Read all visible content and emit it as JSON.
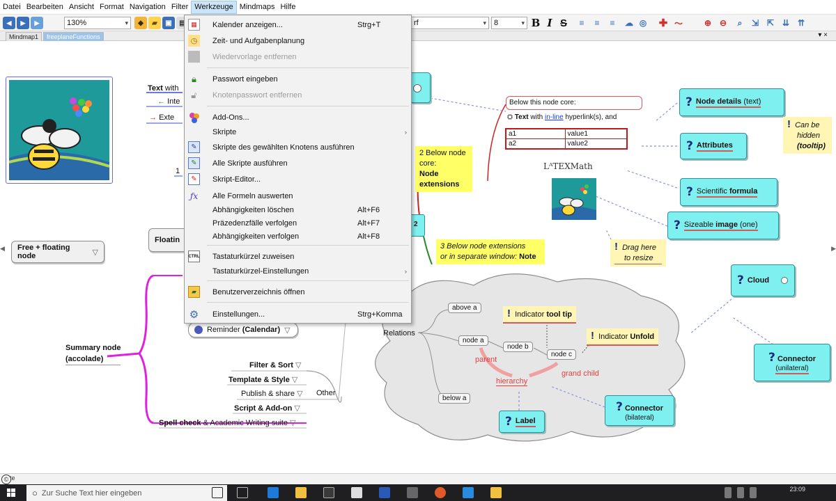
{
  "menubar": {
    "items": [
      "Datei",
      "Bearbeiten",
      "Ansicht",
      "Format",
      "Navigation",
      "Filter",
      "Werkzeuge",
      "Mindmaps",
      "Hilfe"
    ],
    "active": "Werkzeuge"
  },
  "toolbar": {
    "zoom": "130%",
    "font": "rf",
    "size": "8"
  },
  "tabs": [
    "Mindmap1",
    "freeplaneFunctions"
  ],
  "menu": {
    "items": [
      {
        "label": "Kalender anzeigen...",
        "shortcut": "Strg+T",
        "icon": "calendar-icon"
      },
      {
        "label": "Zeit- und Aufgabenplanung",
        "shortcut": "",
        "icon": "clock-icon"
      },
      {
        "label": "Wiedervorlage entfernen",
        "shortcut": "",
        "icon": "remove-reminder-icon",
        "disabled": true
      },
      {
        "label": "Passwort eingeben",
        "shortcut": "",
        "icon": "lock-icon"
      },
      {
        "label": "Knotenpasswort entfernen",
        "shortcut": "",
        "icon": "unlock-icon",
        "disabled": true
      },
      {
        "label": "Add-Ons...",
        "shortcut": "",
        "icon": "addons-icon"
      },
      {
        "label": "Skripte",
        "shortcut": "",
        "icon": "",
        "submenu": true
      },
      {
        "label": "Skripte des gewählten Knotens ausführen",
        "shortcut": "",
        "icon": "run-script-icon"
      },
      {
        "label": "Alle Skripte ausführen",
        "shortcut": "",
        "icon": "run-all-scripts-icon"
      },
      {
        "label": "Skript-Editor...",
        "shortcut": "",
        "icon": "script-editor-icon"
      },
      {
        "label": "Alle Formeln auswerten",
        "shortcut": "",
        "icon": "formula-icon"
      },
      {
        "label": "Abhängigkeiten löschen",
        "shortcut": "Alt+F6",
        "icon": ""
      },
      {
        "label": "Präzedenzfälle verfolgen",
        "shortcut": "Alt+F7",
        "icon": ""
      },
      {
        "label": "Abhängigkeiten verfolgen",
        "shortcut": "Alt+F8",
        "icon": ""
      },
      {
        "label": "Tastaturkürzel zuweisen",
        "shortcut": "",
        "icon": "keyboard-icon"
      },
      {
        "label": "Tastaturkürzel-Einstellungen",
        "shortcut": "",
        "icon": "",
        "submenu": true
      },
      {
        "label": "Benutzerverzeichnis öffnen",
        "shortcut": "",
        "icon": "folder-icon"
      },
      {
        "label": "Einstellungen...",
        "shortcut": "Strg+Komma",
        "icon": "gear-icon"
      }
    ]
  },
  "map": {
    "free_floating": "Free + floating node",
    "floating_partial": "Floatin",
    "summary_node": [
      "Summary node",
      "(accolade)"
    ],
    "text_with": "Text",
    "text_with_rest": "with",
    "link_inte": "Inte",
    "link_exte": "Exte",
    "reminder": "Reminder",
    "reminder_cal": "Calendar",
    "filter_sort": "Filter & Sort",
    "template_style": "Template & Style",
    "publish_share": "Publish & share",
    "other": "Other",
    "script_addon": "Script & Add-on",
    "spell_check_bold": "Spell check",
    "spell_check_rest": "& Academic Writing suite",
    "core_caption": "Below this node core:",
    "core_text_bold": "Text",
    "core_text_rest": "with",
    "core_link": "in-line",
    "core_text_tail": "hyperlink(s), and",
    "attributes_table": [
      [
        "a1",
        "value1"
      ],
      [
        "a2",
        "value2"
      ]
    ],
    "latex": "LᴬTEXMath",
    "ext_2": [
      "2 Below node",
      "core:",
      "Node extensions"
    ],
    "ext_3": [
      "3 Below node extensions",
      "or in separate window:",
      "Note"
    ],
    "node_details_bold": "Node details",
    "node_details_rest": "(text)",
    "attributes_label": "Attributes",
    "sci_rest": "Scientific",
    "sci_bold": "formula",
    "sizeable_rest": "Sizeable",
    "sizeable_bold": "image",
    "sizeable_tail": "(one)",
    "can_be_hidden": [
      "Can be",
      "hidden",
      "(tooltip)"
    ],
    "drag_here": [
      "Drag here",
      "to resize"
    ],
    "cloud_label": "Cloud",
    "connector_uni": [
      "Connector",
      "(unilateral)"
    ],
    "connector_bi": [
      "Connector",
      "(bilateral)"
    ],
    "label_node": "Label",
    "indicator_tooltip_rest": "Indicator",
    "indicator_tooltip_bold": "tool tip",
    "indicator_unfold_rest": "Indicator",
    "indicator_unfold_bold": "Unfold",
    "relations": "Relations",
    "above_a": "above a",
    "below_a": "below a",
    "node_a": "node a",
    "node_b": "node b",
    "node_c": "node c",
    "parent": "parent",
    "hierarchy": "hierarchy",
    "grand_child": "grand child",
    "two_badge": "2",
    "one_badge": "1"
  },
  "statusbar": {
    "text": "Alte"
  },
  "taskbar": {
    "search_placeholder": "Zur Suche Text hier eingeben",
    "time": "23:09",
    "copyright": "©"
  }
}
